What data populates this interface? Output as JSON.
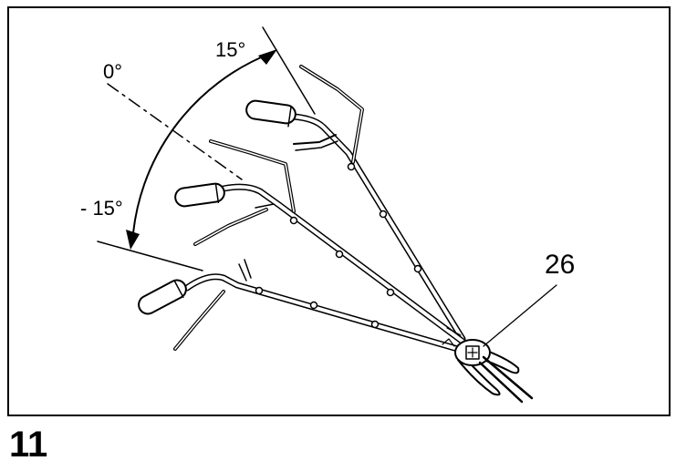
{
  "labels": {
    "angle_top": "15°",
    "angle_zero": "0°",
    "angle_bottom": "- 15°",
    "part_number": "26"
  },
  "figure_number": "11",
  "colors": {
    "line": "#000000",
    "background": "#ffffff"
  }
}
